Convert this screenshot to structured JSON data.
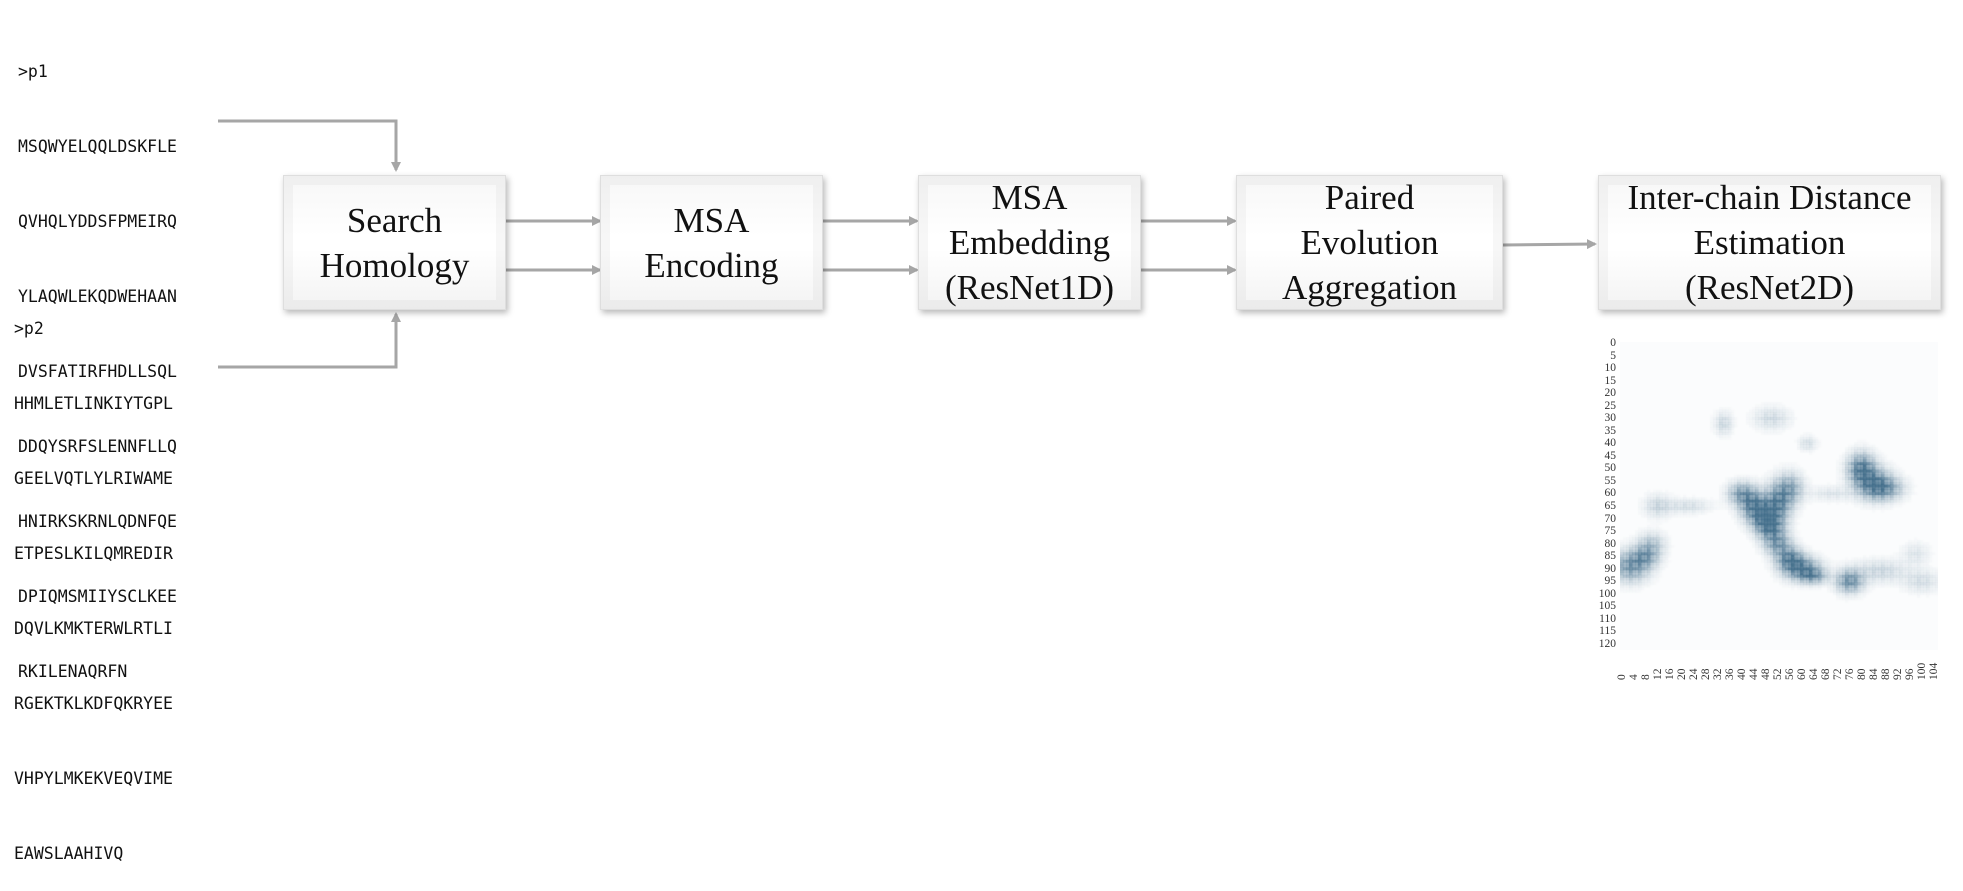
{
  "sequences": [
    {
      "header": ">p1",
      "lines": [
        "MSQWYELQQLDSKFLE",
        "QVHQLYDDSFPMEIRQ",
        "YLAQWLEKQDWEHAAN",
        "DVSFATIRFHDLLSQL",
        "DDQYSRFSLENNFLLQ",
        "HNIRKSKRNLQDNFQE",
        "DPIQMSMIIYSCLKEE",
        "RKILENAQRFN"
      ]
    },
    {
      "header": ">p2",
      "lines": [
        "HHMLETLINKIYTGPL",
        "GEELVQTLYLRIWAME",
        "ETPESLKILQMREDIR",
        "DQVLKMKTERWLRTLI",
        "RGEKTKLKDFQKRYEE",
        "VHPYLMKEKVEQVIME",
        "EAWSLAAHIVQ"
      ]
    }
  ],
  "boxes": [
    {
      "lines": [
        "Search",
        "Homology"
      ]
    },
    {
      "lines": [
        "MSA",
        "Encoding"
      ]
    },
    {
      "lines": [
        "MSA",
        "Embedding",
        "(ResNet1D)"
      ]
    },
    {
      "lines": [
        "Paired",
        "Evolution",
        "Aggregation"
      ]
    },
    {
      "lines": [
        "Inter-chain Distance",
        "Estimation",
        "(ResNet2D)"
      ]
    }
  ],
  "contact_map": {
    "y_ticks": [
      "0",
      "5",
      "10",
      "15",
      "20",
      "25",
      "30",
      "35",
      "40",
      "45",
      "50",
      "55",
      "60",
      "65",
      "70",
      "75",
      "80",
      "85",
      "90",
      "95",
      "100",
      "105",
      "110",
      "115",
      "120"
    ],
    "x_ticks": [
      "0",
      "4",
      "8",
      "12",
      "16",
      "20",
      "24",
      "28",
      "32",
      "36",
      "40",
      "44",
      "48",
      "52",
      "56",
      "60",
      "64",
      "68",
      "72",
      "76",
      "80",
      "84",
      "88",
      "92",
      "96",
      "100",
      "104"
    ],
    "rows": 123,
    "cols": 106,
    "color": "#2f5f7f",
    "blobs": [
      {
        "r": 50,
        "c": 80,
        "sr": 4,
        "sc": 3,
        "w": 0.95
      },
      {
        "r": 56,
        "c": 84,
        "sr": 4,
        "sc": 4,
        "w": 0.85
      },
      {
        "r": 58,
        "c": 88,
        "sr": 3,
        "sc": 4,
        "w": 0.55
      },
      {
        "r": 60,
        "c": 40,
        "sr": 3,
        "sc": 3,
        "w": 0.65
      },
      {
        "r": 65,
        "c": 44,
        "sr": 4,
        "sc": 3,
        "w": 0.9
      },
      {
        "r": 70,
        "c": 48,
        "sr": 4,
        "sc": 3,
        "w": 0.9
      },
      {
        "r": 64,
        "c": 52,
        "sr": 5,
        "sc": 3,
        "w": 0.85
      },
      {
        "r": 58,
        "c": 56,
        "sr": 4,
        "sc": 3,
        "w": 0.6
      },
      {
        "r": 74,
        "c": 50,
        "sr": 3,
        "sc": 3,
        "w": 0.6
      },
      {
        "r": 80,
        "c": 52,
        "sr": 3,
        "sc": 3,
        "w": 0.7
      },
      {
        "r": 86,
        "c": 56,
        "sr": 3,
        "sc": 3,
        "w": 0.85
      },
      {
        "r": 90,
        "c": 60,
        "sr": 3,
        "sc": 4,
        "w": 0.95
      },
      {
        "r": 93,
        "c": 64,
        "sr": 2,
        "sc": 3,
        "w": 0.6
      },
      {
        "r": 95,
        "c": 76,
        "sr": 3,
        "sc": 3,
        "w": 0.8
      },
      {
        "r": 91,
        "c": 86,
        "sr": 3,
        "sc": 6,
        "w": 0.25
      },
      {
        "r": 89,
        "c": 3,
        "sr": 4,
        "sc": 4,
        "w": 0.75
      },
      {
        "r": 85,
        "c": 8,
        "sr": 3,
        "sc": 3,
        "w": 0.6
      },
      {
        "r": 80,
        "c": 10,
        "sr": 3,
        "sc": 3,
        "w": 0.35
      },
      {
        "r": 65,
        "c": 12,
        "sr": 3,
        "sc": 3,
        "w": 0.25
      },
      {
        "r": 65,
        "c": 22,
        "sr": 2,
        "sc": 5,
        "w": 0.2
      },
      {
        "r": 32,
        "c": 34,
        "sr": 3,
        "sc": 2,
        "w": 0.25
      },
      {
        "r": 30,
        "c": 50,
        "sr": 3,
        "sc": 4,
        "w": 0.22
      },
      {
        "r": 40,
        "c": 62,
        "sr": 2,
        "sc": 2,
        "w": 0.2
      },
      {
        "r": 60,
        "c": 70,
        "sr": 2,
        "sc": 5,
        "w": 0.15
      },
      {
        "r": 95,
        "c": 100,
        "sr": 3,
        "sc": 4,
        "w": 0.2
      },
      {
        "r": 84,
        "c": 98,
        "sr": 3,
        "sc": 3,
        "w": 0.15
      }
    ]
  }
}
